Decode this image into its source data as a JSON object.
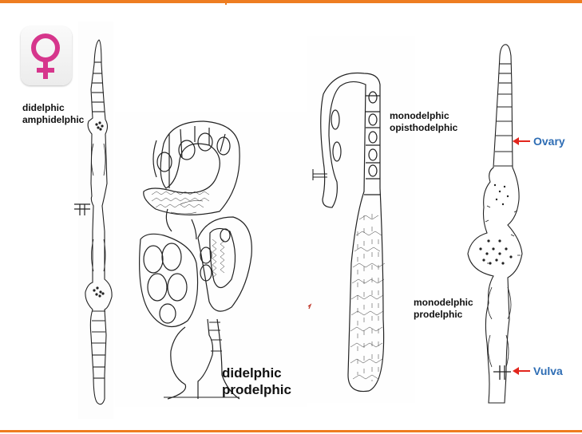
{
  "labels": {
    "didelphic_amphidelphic": "didelphic\namphidelphic",
    "didelphic_prodelphic": "didelphic\nprodelphic",
    "monodelphic_opisthodelphic": "monodelphic\nopisthodelphic",
    "monodelphic_prodelphic": "monodelphic\nprodelphic",
    "ovary": "Ovary",
    "vulva": "Vulva"
  },
  "icons": {
    "female_symbol": "venus-icon",
    "arrows": "arrow-left-icon"
  },
  "colors": {
    "frame": "#ee7d21",
    "symbol": "#d6368c",
    "callout_text": "#2e6db4",
    "arrow": "#e2261d",
    "line_art": "#222222"
  }
}
